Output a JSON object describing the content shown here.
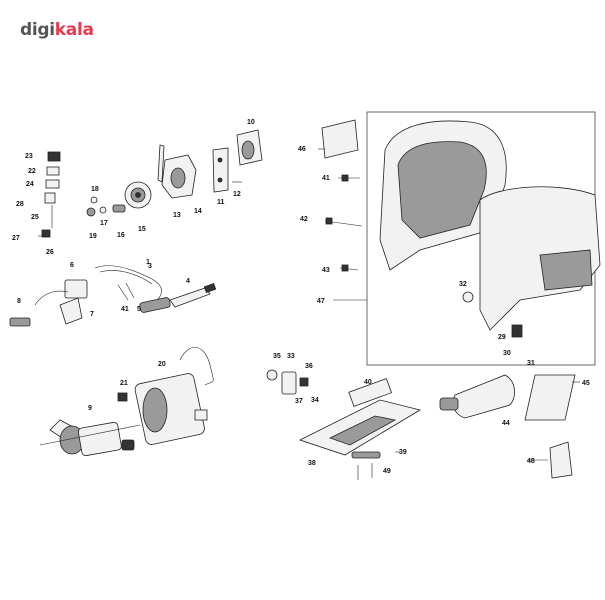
{
  "brand": {
    "part1": "digi",
    "part2": "kala",
    "colors": {
      "gray": "#555555",
      "red": "#ee384e"
    }
  },
  "part_labels": [
    "1",
    "3",
    "4",
    "5",
    "6",
    "7",
    "8",
    "9",
    "10",
    "11",
    "12",
    "13",
    "14",
    "15",
    "16",
    "17",
    "18",
    "19",
    "20",
    "21",
    "22",
    "23",
    "24",
    "25",
    "26",
    "27",
    "28",
    "29",
    "30",
    "31",
    "32",
    "33",
    "34",
    "35",
    "36",
    "37",
    "38",
    "39",
    "40",
    "41",
    "41",
    "41",
    "42",
    "43",
    "44",
    "45",
    "46",
    "47",
    "48",
    "49"
  ]
}
